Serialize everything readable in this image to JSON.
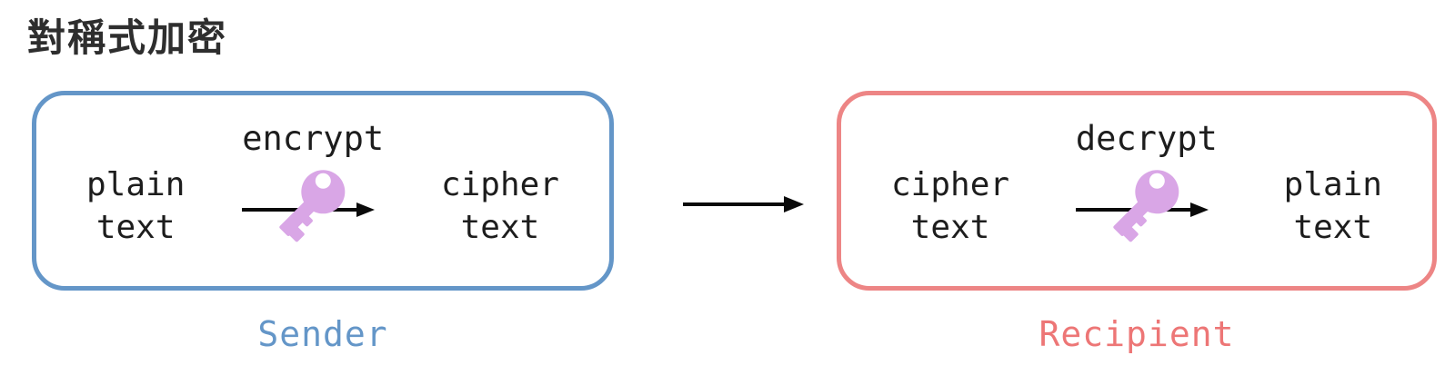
{
  "title": "對稱式加密",
  "sender": {
    "box_label": "Sender",
    "input": [
      "plain",
      "text"
    ],
    "operation": "encrypt",
    "output": [
      "cipher",
      "text"
    ]
  },
  "recipient": {
    "box_label": "Recipient",
    "input": [
      "cipher",
      "text"
    ],
    "operation": "decrypt",
    "output": [
      "plain",
      "text"
    ]
  },
  "icons": {
    "operation_icon": "key-icon",
    "operation_arrow": "right-arrow-icon",
    "between_boxes": "right-arrow-icon"
  },
  "colors": {
    "sender_border": "#6496c8",
    "sender_label": "#6496c8",
    "recipient_border": "#ed8585",
    "recipient_label": "#ed7676",
    "key_fill": "#d9a6e6",
    "body_text": "#1d1d1d",
    "title_text": "#2e2e2e",
    "arrow_color": "#0a0a0a"
  }
}
